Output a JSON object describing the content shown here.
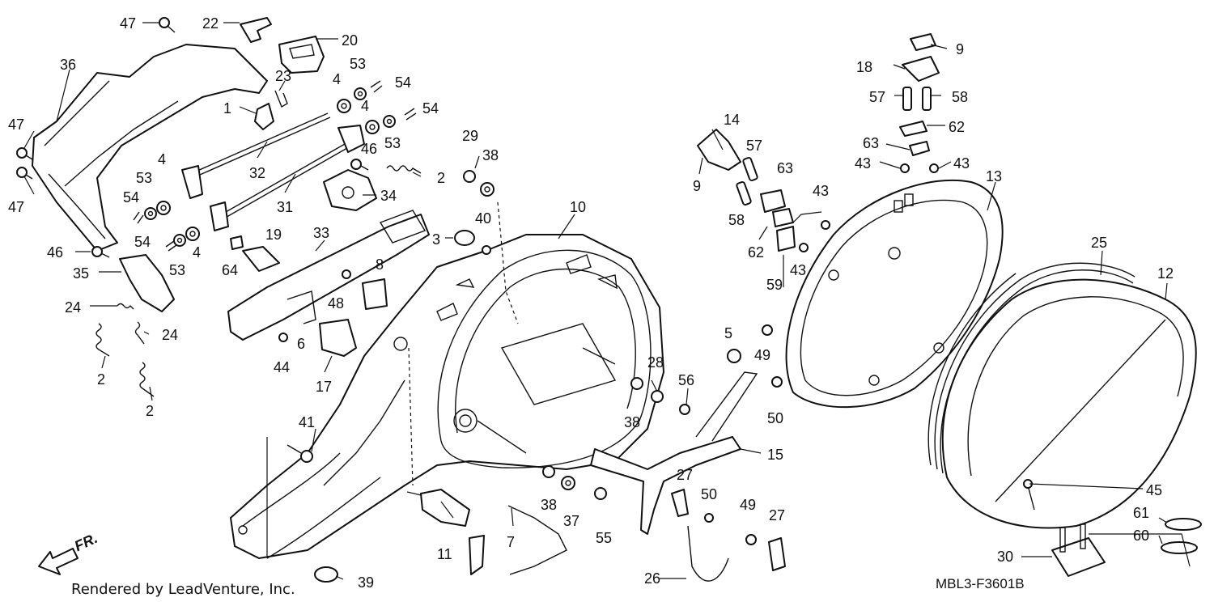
{
  "credit": "Rendered by LeadVenture, Inc.",
  "diagram_code": "MBL3-F3601B",
  "direction_label": "FR.",
  "callouts": [
    {
      "id": "c47a",
      "text": "47"
    },
    {
      "id": "c22",
      "text": "22"
    },
    {
      "id": "c20",
      "text": "20"
    },
    {
      "id": "c36",
      "text": "36"
    },
    {
      "id": "c23",
      "text": "23"
    },
    {
      "id": "c4a",
      "text": "4"
    },
    {
      "id": "c53a",
      "text": "53"
    },
    {
      "id": "c54a",
      "text": "54"
    },
    {
      "id": "c1",
      "text": "1"
    },
    {
      "id": "c4b",
      "text": "4"
    },
    {
      "id": "c54b",
      "text": "54"
    },
    {
      "id": "c53b",
      "text": "53"
    },
    {
      "id": "c47b",
      "text": "47"
    },
    {
      "id": "c47c",
      "text": "47"
    },
    {
      "id": "c32",
      "text": "32"
    },
    {
      "id": "c46a",
      "text": "46"
    },
    {
      "id": "c2a",
      "text": "2"
    },
    {
      "id": "c4c",
      "text": "4"
    },
    {
      "id": "c53c",
      "text": "53"
    },
    {
      "id": "c31",
      "text": "31"
    },
    {
      "id": "c34",
      "text": "34"
    },
    {
      "id": "c54c",
      "text": "54"
    },
    {
      "id": "c29",
      "text": "29"
    },
    {
      "id": "c38a",
      "text": "38"
    },
    {
      "id": "c10",
      "text": "10"
    },
    {
      "id": "c54d",
      "text": "54"
    },
    {
      "id": "c4d",
      "text": "4"
    },
    {
      "id": "c53d",
      "text": "53"
    },
    {
      "id": "c46b",
      "text": "46"
    },
    {
      "id": "c33",
      "text": "33"
    },
    {
      "id": "c19",
      "text": "19"
    },
    {
      "id": "c64",
      "text": "64"
    },
    {
      "id": "c3",
      "text": "3"
    },
    {
      "id": "c40",
      "text": "40"
    },
    {
      "id": "c35",
      "text": "35"
    },
    {
      "id": "c8",
      "text": "8"
    },
    {
      "id": "c48",
      "text": "48"
    },
    {
      "id": "c24a",
      "text": "24"
    },
    {
      "id": "c24b",
      "text": "24"
    },
    {
      "id": "c6",
      "text": "6"
    },
    {
      "id": "c44",
      "text": "44"
    },
    {
      "id": "c17",
      "text": "17"
    },
    {
      "id": "c2b",
      "text": "2"
    },
    {
      "id": "c2c",
      "text": "2"
    },
    {
      "id": "c41",
      "text": "41"
    },
    {
      "id": "c14",
      "text": "14"
    },
    {
      "id": "c9a",
      "text": "9"
    },
    {
      "id": "c57a",
      "text": "57"
    },
    {
      "id": "c63a",
      "text": "63"
    },
    {
      "id": "c43a",
      "text": "43"
    },
    {
      "id": "c58a",
      "text": "58"
    },
    {
      "id": "c62a",
      "text": "62"
    },
    {
      "id": "c59",
      "text": "59"
    },
    {
      "id": "c43b",
      "text": "43"
    },
    {
      "id": "c9b",
      "text": "9"
    },
    {
      "id": "c18",
      "text": "18"
    },
    {
      "id": "c57b",
      "text": "57"
    },
    {
      "id": "c58b",
      "text": "58"
    },
    {
      "id": "c62b",
      "text": "62"
    },
    {
      "id": "c63b",
      "text": "63"
    },
    {
      "id": "c43c",
      "text": "43"
    },
    {
      "id": "c43d",
      "text": "43"
    },
    {
      "id": "c13",
      "text": "13"
    },
    {
      "id": "c25",
      "text": "25"
    },
    {
      "id": "c12",
      "text": "12"
    },
    {
      "id": "c5",
      "text": "5"
    },
    {
      "id": "c49a",
      "text": "49"
    },
    {
      "id": "c28",
      "text": "28"
    },
    {
      "id": "c56",
      "text": "56"
    },
    {
      "id": "c38b",
      "text": "38"
    },
    {
      "id": "c50a",
      "text": "50"
    },
    {
      "id": "c15",
      "text": "15"
    },
    {
      "id": "c27a",
      "text": "27"
    },
    {
      "id": "c50b",
      "text": "50"
    },
    {
      "id": "c49b",
      "text": "49"
    },
    {
      "id": "c27b",
      "text": "27"
    },
    {
      "id": "c38c",
      "text": "38"
    },
    {
      "id": "c37",
      "text": "37"
    },
    {
      "id": "c55",
      "text": "55"
    },
    {
      "id": "c7",
      "text": "7"
    },
    {
      "id": "c11",
      "text": "11"
    },
    {
      "id": "c26",
      "text": "26"
    },
    {
      "id": "c39",
      "text": "39"
    },
    {
      "id": "c45",
      "text": "45"
    },
    {
      "id": "c61",
      "text": "61"
    },
    {
      "id": "c60",
      "text": "60"
    },
    {
      "id": "c30",
      "text": "30"
    }
  ]
}
